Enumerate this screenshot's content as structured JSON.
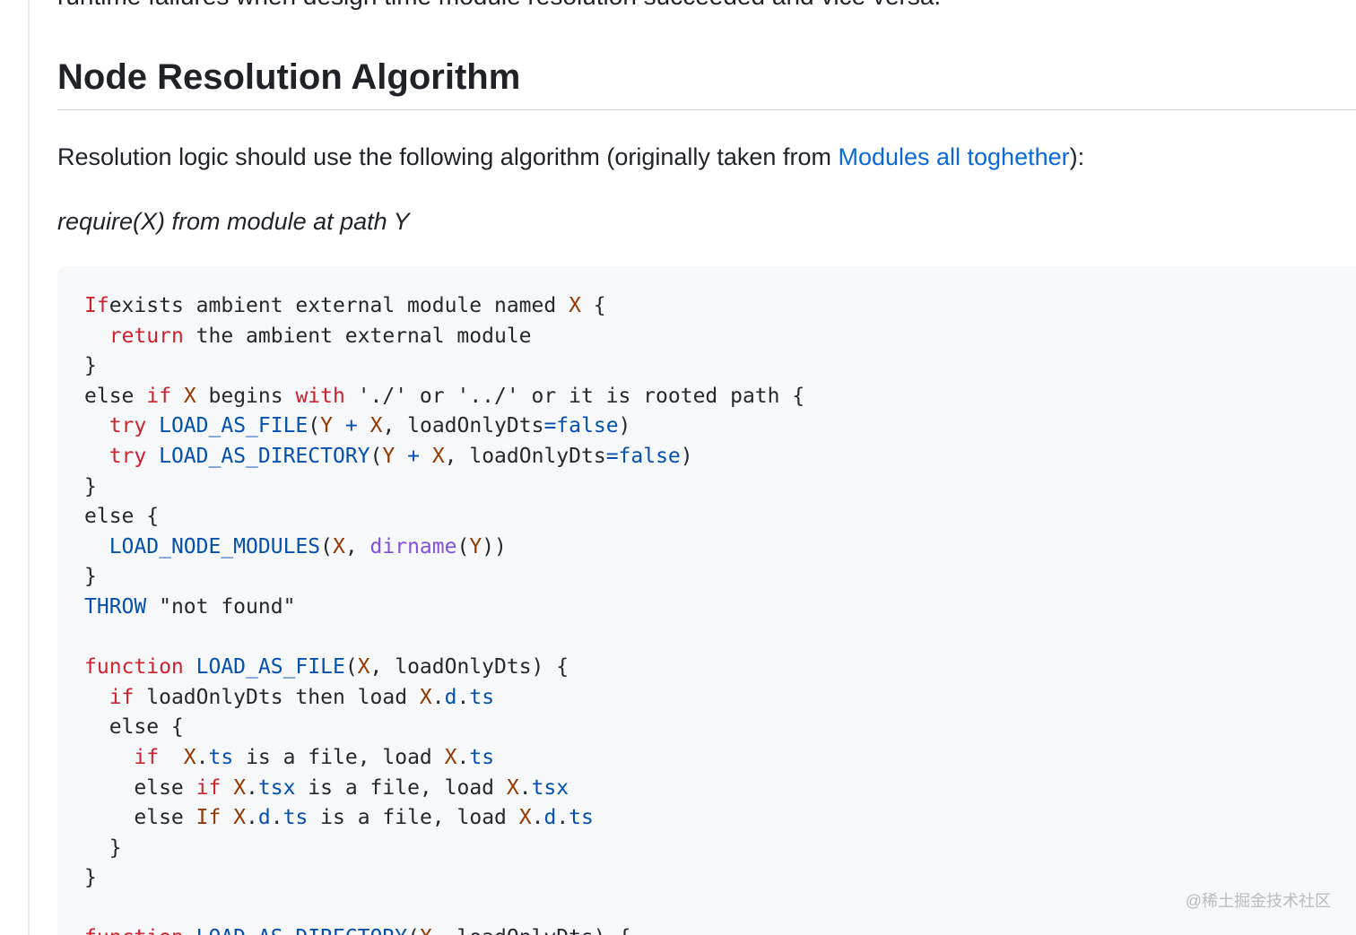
{
  "top_cut_text": "runtime failures when design time module resolution succeeded and vice versa.",
  "heading": "Node Resolution Algorithm",
  "paragraph": {
    "before_link": "Resolution logic should use the following algorithm (originally taken from ",
    "link_text": "Modules all toghether",
    "after_link": "):"
  },
  "italic_caption": "require(X) from module at path Y",
  "watermark": "@稀土掘金技术社区",
  "code_lines": [
    [
      [
        "kw",
        "If"
      ],
      [
        "",
        "exists ambient external module named "
      ],
      [
        "var",
        "X"
      ],
      [
        "",
        " {"
      ]
    ],
    [
      [
        "",
        "  "
      ],
      [
        "kw",
        "return"
      ],
      [
        "",
        " the ambient external module"
      ]
    ],
    [
      [
        "",
        "}"
      ]
    ],
    [
      [
        "",
        "else "
      ],
      [
        "kw",
        "if"
      ],
      [
        "",
        " "
      ],
      [
        "var",
        "X"
      ],
      [
        "",
        " begins "
      ],
      [
        "kw",
        "with"
      ],
      [
        "",
        " './' or '../' or it is rooted path {"
      ]
    ],
    [
      [
        "",
        "  "
      ],
      [
        "kw",
        "try"
      ],
      [
        "",
        " "
      ],
      [
        "fn",
        "LOAD_AS_FILE"
      ],
      [
        "",
        "("
      ],
      [
        "var",
        "Y"
      ],
      [
        "",
        " "
      ],
      [
        "fn",
        "+"
      ],
      [
        "",
        " "
      ],
      [
        "var",
        "X"
      ],
      [
        "",
        ", loadOnlyDts"
      ],
      [
        "fn",
        "=false"
      ],
      [
        "",
        ")"
      ]
    ],
    [
      [
        "",
        "  "
      ],
      [
        "kw",
        "try"
      ],
      [
        "",
        " "
      ],
      [
        "fn",
        "LOAD_AS_DIRECTORY"
      ],
      [
        "",
        "("
      ],
      [
        "var",
        "Y"
      ],
      [
        "",
        " "
      ],
      [
        "fn",
        "+"
      ],
      [
        "",
        " "
      ],
      [
        "var",
        "X"
      ],
      [
        "",
        ", loadOnlyDts"
      ],
      [
        "fn",
        "=false"
      ],
      [
        "",
        ")"
      ]
    ],
    [
      [
        "",
        "}"
      ]
    ],
    [
      [
        "",
        "else {"
      ]
    ],
    [
      [
        "",
        "  "
      ],
      [
        "fn",
        "LOAD_NODE_MODULES"
      ],
      [
        "",
        "("
      ],
      [
        "var",
        "X"
      ],
      [
        "",
        ", "
      ],
      [
        "bi",
        "dirname"
      ],
      [
        "",
        "("
      ],
      [
        "var",
        "Y"
      ],
      [
        "",
        "))"
      ]
    ],
    [
      [
        "",
        "}"
      ]
    ],
    [
      [
        "fn",
        "THROW"
      ],
      [
        "",
        " \"not found\""
      ]
    ],
    [
      [
        "",
        ""
      ]
    ],
    [
      [
        "kw",
        "function"
      ],
      [
        "",
        " "
      ],
      [
        "fn",
        "LOAD_AS_FILE"
      ],
      [
        "",
        "("
      ],
      [
        "var",
        "X"
      ],
      [
        "",
        ", loadOnlyDts) {"
      ]
    ],
    [
      [
        "",
        "  "
      ],
      [
        "kw",
        "if"
      ],
      [
        "",
        " loadOnlyDts then load "
      ],
      [
        "var",
        "X"
      ],
      [
        "",
        "."
      ],
      [
        "fn",
        "d"
      ],
      [
        "",
        "."
      ],
      [
        "fn",
        "ts"
      ]
    ],
    [
      [
        "",
        "  else {"
      ]
    ],
    [
      [
        "",
        "    "
      ],
      [
        "kw",
        "if"
      ],
      [
        "",
        "  "
      ],
      [
        "var",
        "X"
      ],
      [
        "",
        "."
      ],
      [
        "fn",
        "ts"
      ],
      [
        "",
        " is a file, load "
      ],
      [
        "var",
        "X"
      ],
      [
        "",
        "."
      ],
      [
        "fn",
        "ts"
      ]
    ],
    [
      [
        "",
        "    else "
      ],
      [
        "kw",
        "if"
      ],
      [
        "",
        " "
      ],
      [
        "var",
        "X"
      ],
      [
        "",
        "."
      ],
      [
        "fn",
        "tsx"
      ],
      [
        "",
        " is a file, load "
      ],
      [
        "var",
        "X"
      ],
      [
        "",
        "."
      ],
      [
        "fn",
        "tsx"
      ]
    ],
    [
      [
        "",
        "    else "
      ],
      [
        "var",
        "If"
      ],
      [
        "",
        " "
      ],
      [
        "var",
        "X"
      ],
      [
        "",
        "."
      ],
      [
        "fn",
        "d"
      ],
      [
        "",
        "."
      ],
      [
        "fn",
        "ts"
      ],
      [
        "",
        " is a file, load "
      ],
      [
        "var",
        "X"
      ],
      [
        "",
        "."
      ],
      [
        "fn",
        "d"
      ],
      [
        "",
        "."
      ],
      [
        "fn",
        "ts"
      ]
    ],
    [
      [
        "",
        "  }"
      ]
    ],
    [
      [
        "",
        "}"
      ]
    ],
    [
      [
        "",
        ""
      ]
    ],
    [
      [
        "kw",
        "function"
      ],
      [
        "",
        " "
      ],
      [
        "fn",
        "LOAD_AS_DIRECTORY"
      ],
      [
        "",
        "("
      ],
      [
        "var",
        "X"
      ],
      [
        "",
        ", loadOnlyDts) {"
      ]
    ]
  ],
  "colors": {
    "keyword": "#cf222e",
    "function": "#0550ae",
    "variable": "#953800",
    "builtin": "#8250df",
    "link": "#0969da",
    "code_background": "#f6f8fa"
  }
}
